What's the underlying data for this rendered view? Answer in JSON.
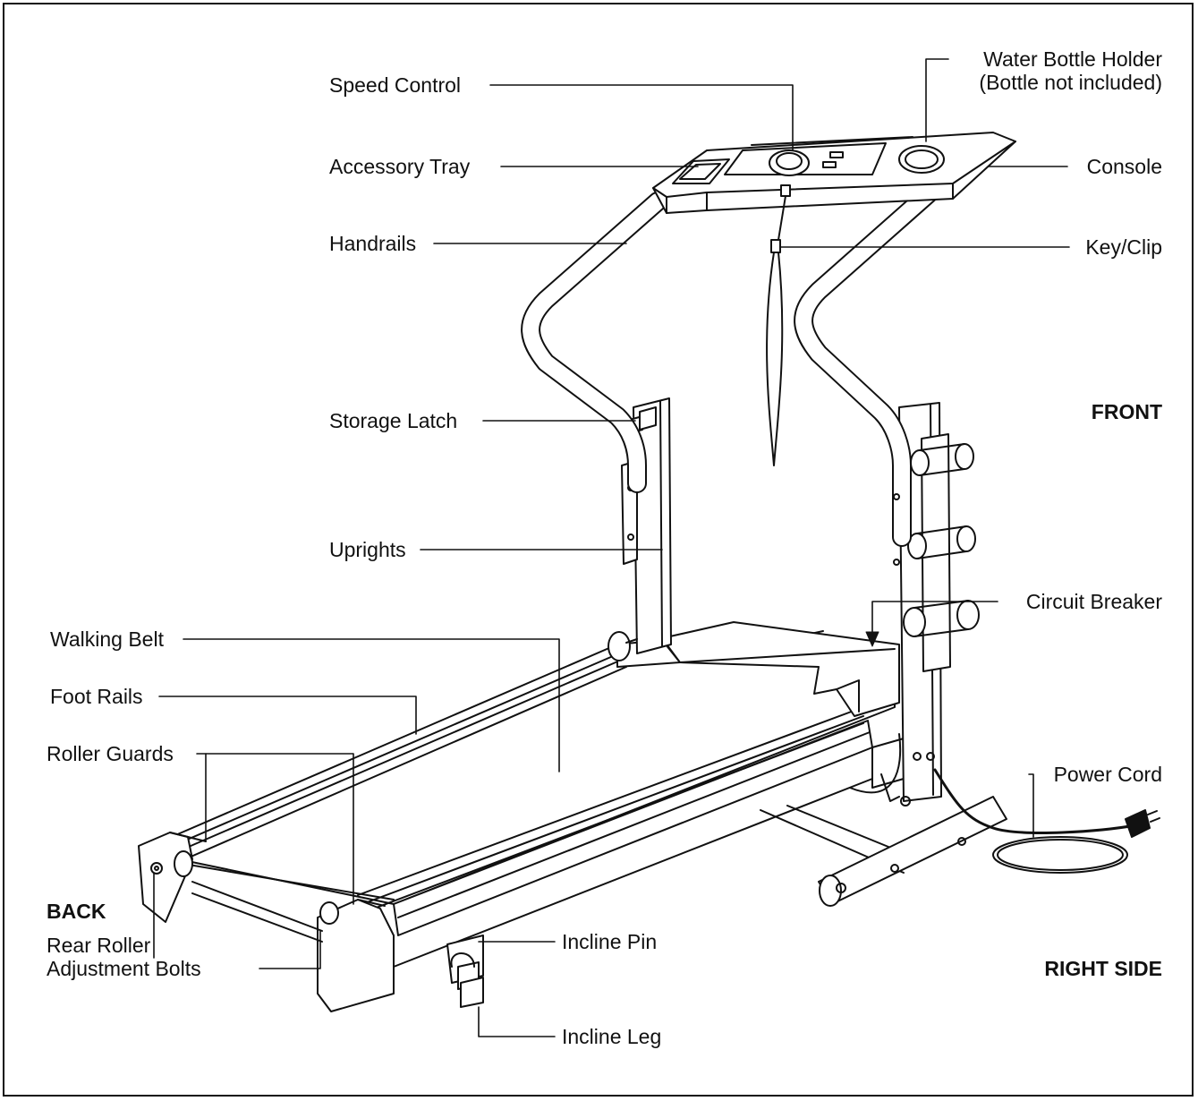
{
  "labels": {
    "speed_control": "Speed Control",
    "accessory_tray": "Accessory Tray",
    "handrails": "Handrails",
    "storage_latch": "Storage Latch",
    "uprights": "Uprights",
    "walking_belt": "Walking Belt",
    "foot_rails": "Foot Rails",
    "roller_guards": "Roller Guards",
    "rear_roller_line1": "Rear Roller",
    "rear_roller_line2": "Adjustment Bolts",
    "incline_pin": "Incline Pin",
    "incline_leg": "Incline Leg",
    "water_bottle_line1": "Water Bottle Holder",
    "water_bottle_line2": "(Bottle not included)",
    "console": "Console",
    "key_clip": "Key/Clip",
    "circuit_breaker": "Circuit Breaker",
    "power_cord": "Power Cord"
  },
  "orientation": {
    "front": "FRONT",
    "back": "BACK",
    "right_side": "RIGHT SIDE"
  }
}
